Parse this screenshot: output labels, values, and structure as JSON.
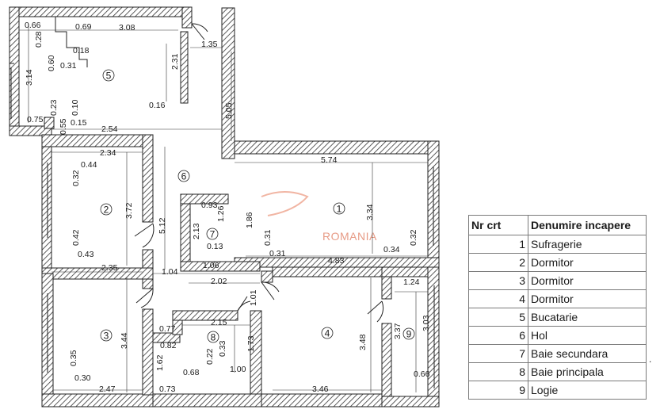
{
  "watermark": "ROMANIA",
  "rooms": [
    {
      "id": "1",
      "label": "1"
    },
    {
      "id": "2",
      "label": "2"
    },
    {
      "id": "3",
      "label": "3"
    },
    {
      "id": "4",
      "label": "4"
    },
    {
      "id": "5",
      "label": "5"
    },
    {
      "id": "6",
      "label": "6"
    },
    {
      "id": "7",
      "label": "7"
    },
    {
      "id": "8",
      "label": "8"
    },
    {
      "id": "9",
      "label": "9"
    }
  ],
  "dimensions": [
    "0.66",
    "0.69",
    "3.08",
    "0.28",
    "0.18",
    "0.60",
    "0.31",
    "3.14",
    "2.31",
    "1.35",
    "0.16",
    "0.23",
    "0.10",
    "0.75",
    "0.15",
    "0.55",
    "2.54",
    "5.05",
    "5.74",
    "2.34",
    "0.32",
    "0.44",
    "3.72",
    "5.12",
    "0.93",
    "1.26",
    "2.13",
    "1.86",
    "3.34",
    "0.42",
    "0.43",
    "0.13",
    "0.31",
    "0.31",
    "0.32",
    "2.35",
    "1.06",
    "4.83",
    "0.34",
    "1.04",
    "2.02",
    "1.01",
    "1.24",
    "3.44",
    "0.77",
    "2.15",
    "3.48",
    "3.37",
    "3.03",
    "0.82",
    "0.33",
    "1.73",
    "0.35",
    "1.62",
    "0.22",
    "0.68",
    "1.00",
    "0.30",
    "0.66",
    "2.47",
    "0.73",
    "3.46"
  ],
  "legend": {
    "headers": [
      "Nr crt",
      "Denumire incapere"
    ],
    "rows": [
      {
        "nr": "1",
        "name": "Sufragerie"
      },
      {
        "nr": "2",
        "name": "Dormitor"
      },
      {
        "nr": "3",
        "name": "Dormitor"
      },
      {
        "nr": "4",
        "name": "Dormitor"
      },
      {
        "nr": "5",
        "name": "Bucatarie"
      },
      {
        "nr": "6",
        "name": "Hol"
      },
      {
        "nr": "7",
        "name": "Baie secundara"
      },
      {
        "nr": "8",
        "name": "Baie principala"
      },
      {
        "nr": "9",
        "name": "Logie"
      }
    ]
  },
  "trailing_mark": "."
}
